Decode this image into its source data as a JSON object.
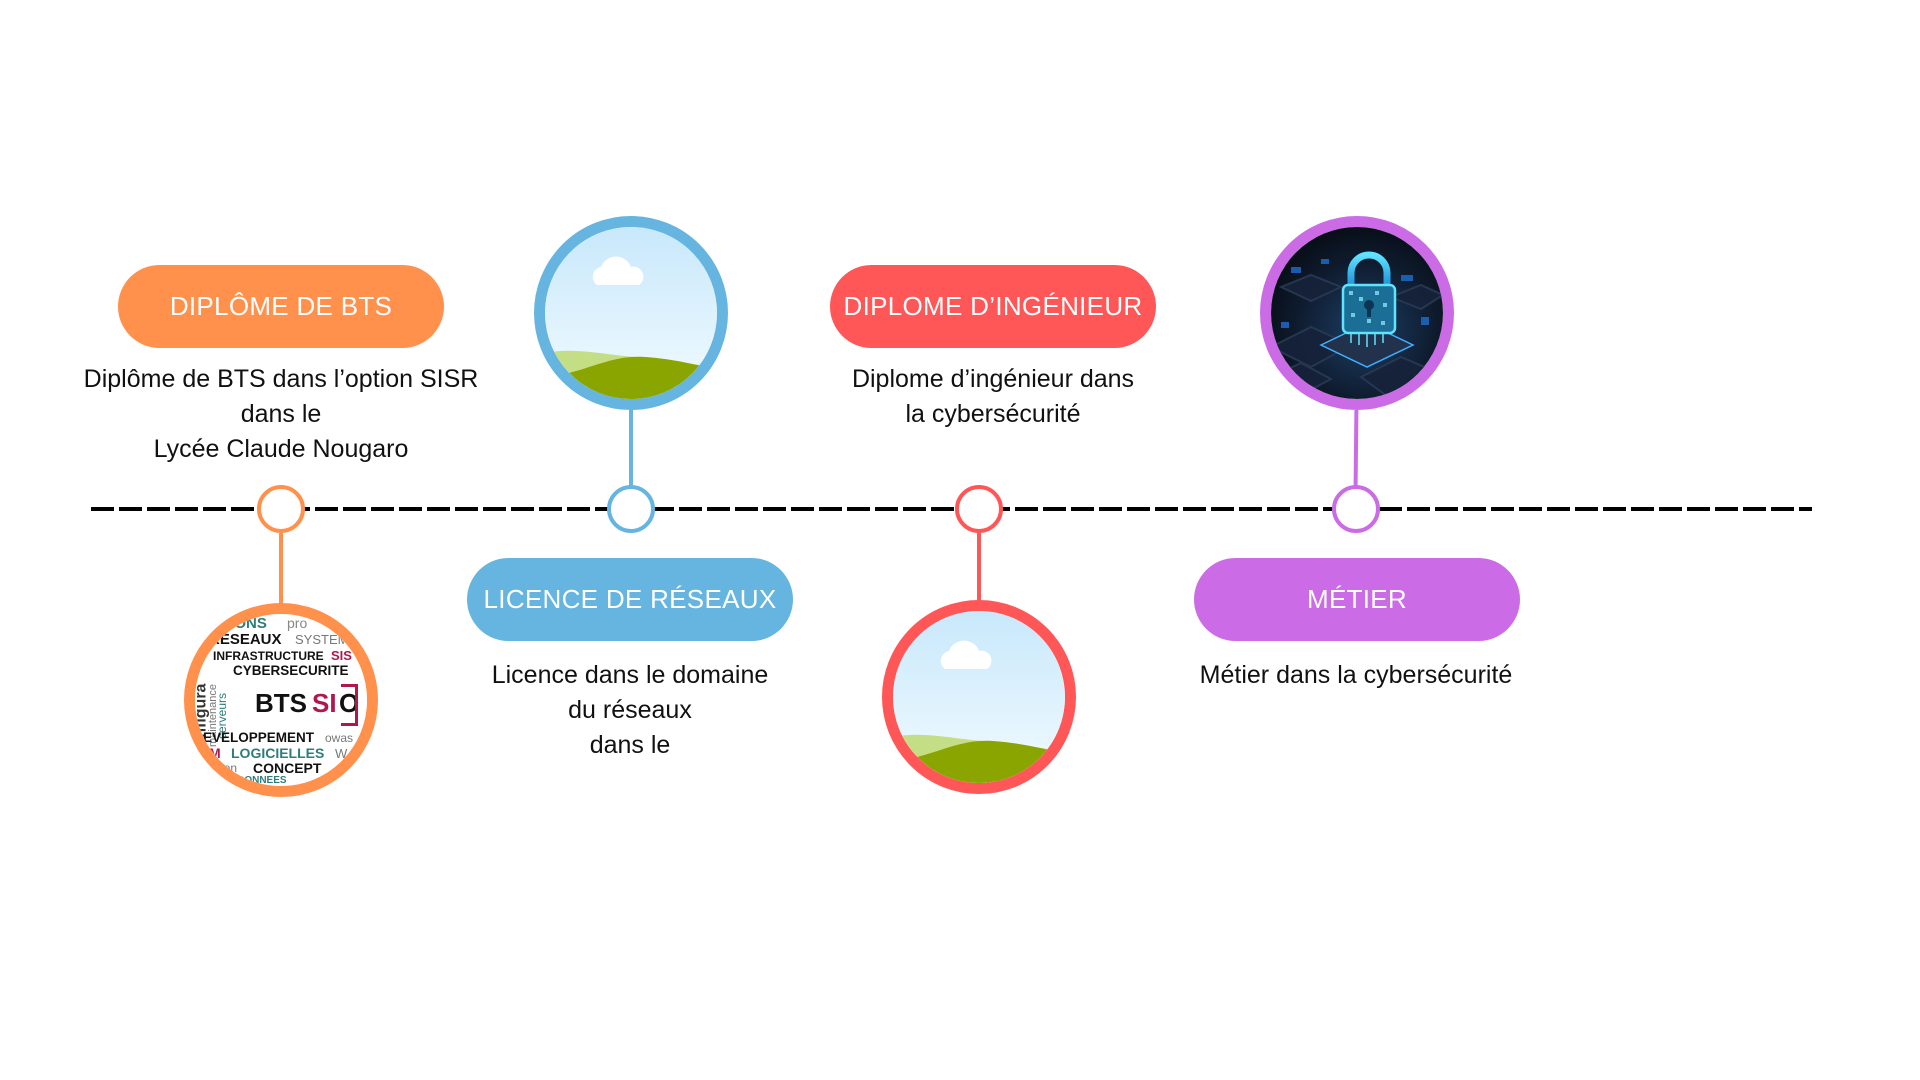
{
  "timeline": {
    "items": [
      {
        "title": "DIPLÔME DE BTS",
        "description": "Diplôme de BTS dans l’option SISR\ndans le\nLycée Claude Nougaro",
        "color": "#FF914D",
        "image": "bts-sio-wordcloud",
        "position": "text-above-image-below"
      },
      {
        "title": "LICENCE DE RÉSEAUX",
        "description": "Licence dans le domaine\ndu réseaux\ndans le",
        "color": "#65B5E0",
        "image": "placeholder-landscape",
        "position": "image-above-text-below"
      },
      {
        "title": "DIPLOME D’INGÉNIEUR",
        "description": "Diplome d’ingénieur dans\nla cybersécurité",
        "color": "#FF5757",
        "image": "placeholder-landscape",
        "position": "text-above-image-below"
      },
      {
        "title": "MÉTIER",
        "description": "Métier dans la cybersécurité",
        "color": "#CB6CE6",
        "image": "cybersecurity-lock",
        "position": "image-above-text-below"
      }
    ]
  },
  "bts_wordcloud": {
    "words": {
      "tions": "TIONS",
      "pro": "pro",
      "reseaux": "RESEAUX",
      "system": "SYSTEM",
      "infrastructure": "INFRASTRUCTURE",
      "sis": "SIS",
      "cybersecurite": "CYBERSECURITE",
      "configura": "configura",
      "maintenance": "maintenance",
      "serveurs": "serveurs",
      "bts": "BTS",
      "si": "SI",
      "o": "O",
      "developpement": "EVELOPPEMENT",
      "owas": "owas",
      "m": "M",
      "logicielles": "LOGICIELLES",
      "w": "W",
      "ation": "ation",
      "concept": "CONCEPT",
      "donnees": "ES DONNEES"
    },
    "colors": {
      "teal": "#2E7D7A",
      "crimson": "#B0174F",
      "black": "#111111",
      "grey": "#777777"
    }
  },
  "colors": {
    "line": "#000000",
    "text": "#111111"
  }
}
